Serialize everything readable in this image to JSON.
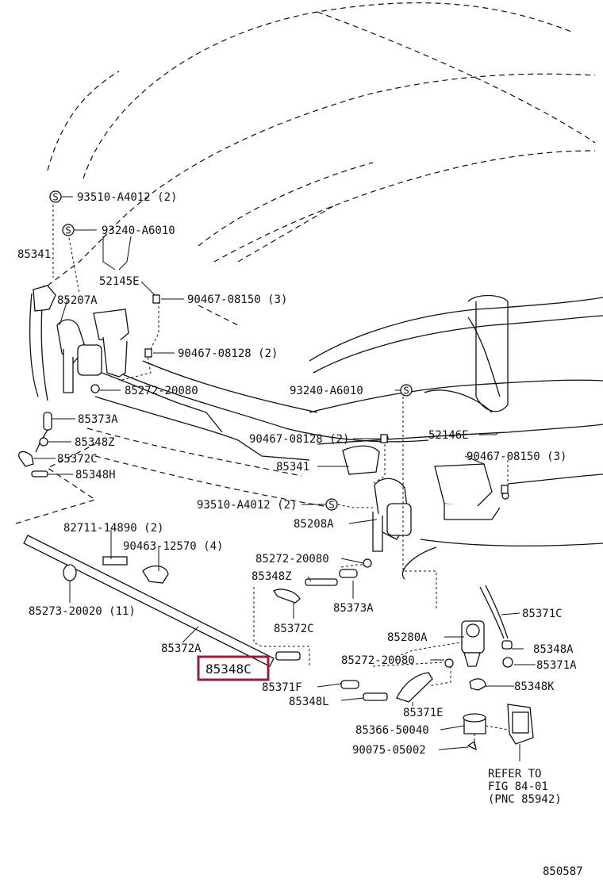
{
  "highlight_color": "#9b1b3a",
  "diagram_number": "850587",
  "refer_note": {
    "line1": "REFER TO",
    "line2": "FIG 84-01",
    "line3": "(PNC 85942)"
  },
  "labels": {
    "l93510a": "93510-A4012 (2)",
    "l93240a": "93240-A6010",
    "l85341a": "85341",
    "l52145e": "52145E",
    "l90467_08150a": "90467-08150 (3)",
    "l85207a": "85207A",
    "l90467_08128a": "90467-08128 (2)",
    "l85272a": "85272-20080",
    "l85373a_top": "85373A",
    "l85348z_top": "85348Z",
    "l85372c_top": "85372C",
    "l85348h": "85348H",
    "l93240b": "93240-A6010",
    "l52146e": "52146E",
    "l90467_08128b": "90467-08128 (2)",
    "l90467_08150b": "90467-08150 (3)",
    "l85341b": "85341",
    "l93510b": "93510-A4012 (2)",
    "l85208a": "85208A",
    "l82711": "82711-14890 (2)",
    "l90463": "90463-12570 (4)",
    "l85273": "85273-20020 (11)",
    "l85272b": "85272-20080",
    "l85348z_mid": "85348Z",
    "l85373a_mid": "85373A",
    "l85372c_mid": "85372C",
    "l85372a": "85372A",
    "l85348c": "85348C",
    "l85371f": "85371F",
    "l85348l": "85348L",
    "l85371c": "85371C",
    "l85280a": "85280A",
    "l85348a": "85348A",
    "l85272c": "85272-20080",
    "l85371a": "85371A",
    "l85348k": "85348K",
    "l85371e": "85371E",
    "l85366": "85366-50040",
    "l90075": "90075-05002"
  },
  "bolt_marker": "S"
}
